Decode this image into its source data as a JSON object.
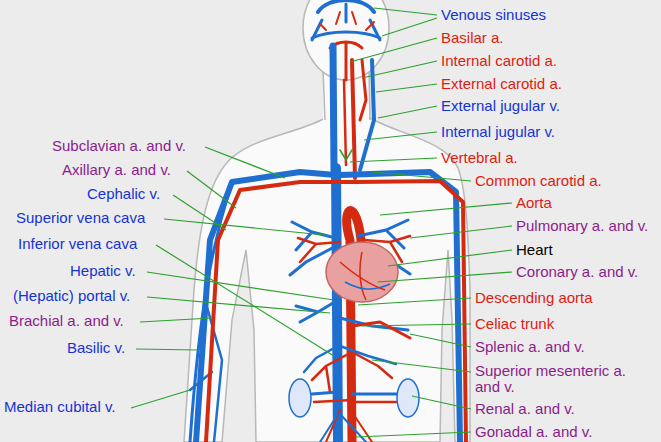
{
  "diagram": {
    "labels": [
      "Venous sinuses",
      "Basilar a.",
      "Internal carotid a.",
      "External carotid a.",
      "External jugular v.",
      "Internal jugular v.",
      "Subclavian a. and v.",
      "Vertebral a.",
      "Axillary a. and v.",
      "Common carotid a.",
      "Cephalic v.",
      "Aorta",
      "Superior vena cava",
      "Pulmonary a. and v.",
      "Inferior vena cava",
      "Heart",
      "Hepatic v.",
      "Coronary a. and v.",
      "(Hepatic) portal v.",
      "Descending aorta",
      "Brachial a. and v.",
      "Celiac trunk",
      "Splenic a. and v.",
      "Basilic v.",
      "Superior mesenteric a. and v.",
      "Median cubital v.",
      "Renal a. and v.",
      "Gonadal a. and v."
    ]
  }
}
